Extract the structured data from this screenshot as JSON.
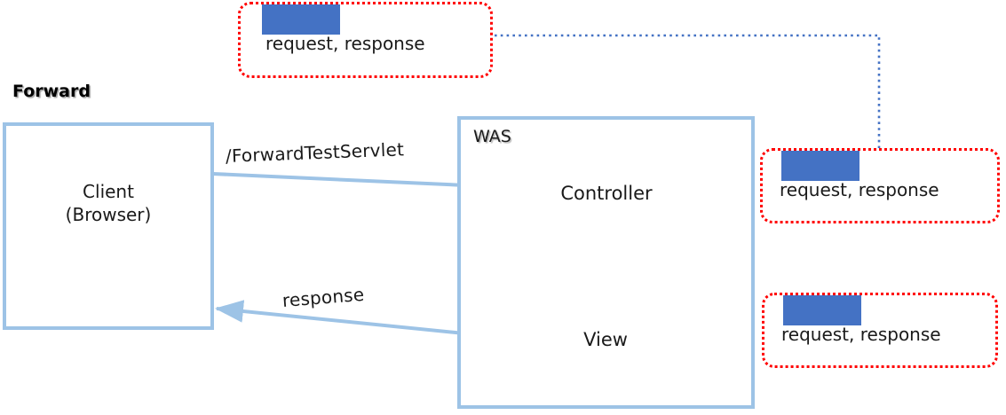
{
  "diagram": {
    "title": "Forward",
    "type": "servlet-forward-flow"
  },
  "nodes": {
    "client": {
      "label_line1": "Client",
      "label_line2": "(Browser)"
    },
    "was": {
      "label": "WAS"
    },
    "controller": {
      "label": "Controller"
    },
    "view": {
      "label": "View"
    }
  },
  "edges": {
    "request": {
      "label": "/ForwardTestServlet"
    },
    "response": {
      "label": "response"
    },
    "controller_to_view": {
      "label": ""
    }
  },
  "callouts": [
    {
      "id": "callout-top-left",
      "text": "request, response",
      "swatch_color": "#4472C4"
    },
    {
      "id": "callout-middle-right",
      "text": "request, response",
      "swatch_color": "#4472C4"
    },
    {
      "id": "callout-bottom-right",
      "text": "request, response",
      "swatch_color": "#4472C4"
    }
  ],
  "colors": {
    "line_blue": "#9DC3E6",
    "swatch_blue": "#4472C4",
    "callout_red": "#FF0000",
    "connector_blue": "#4472C4",
    "text_black": "#1a1a1a"
  }
}
